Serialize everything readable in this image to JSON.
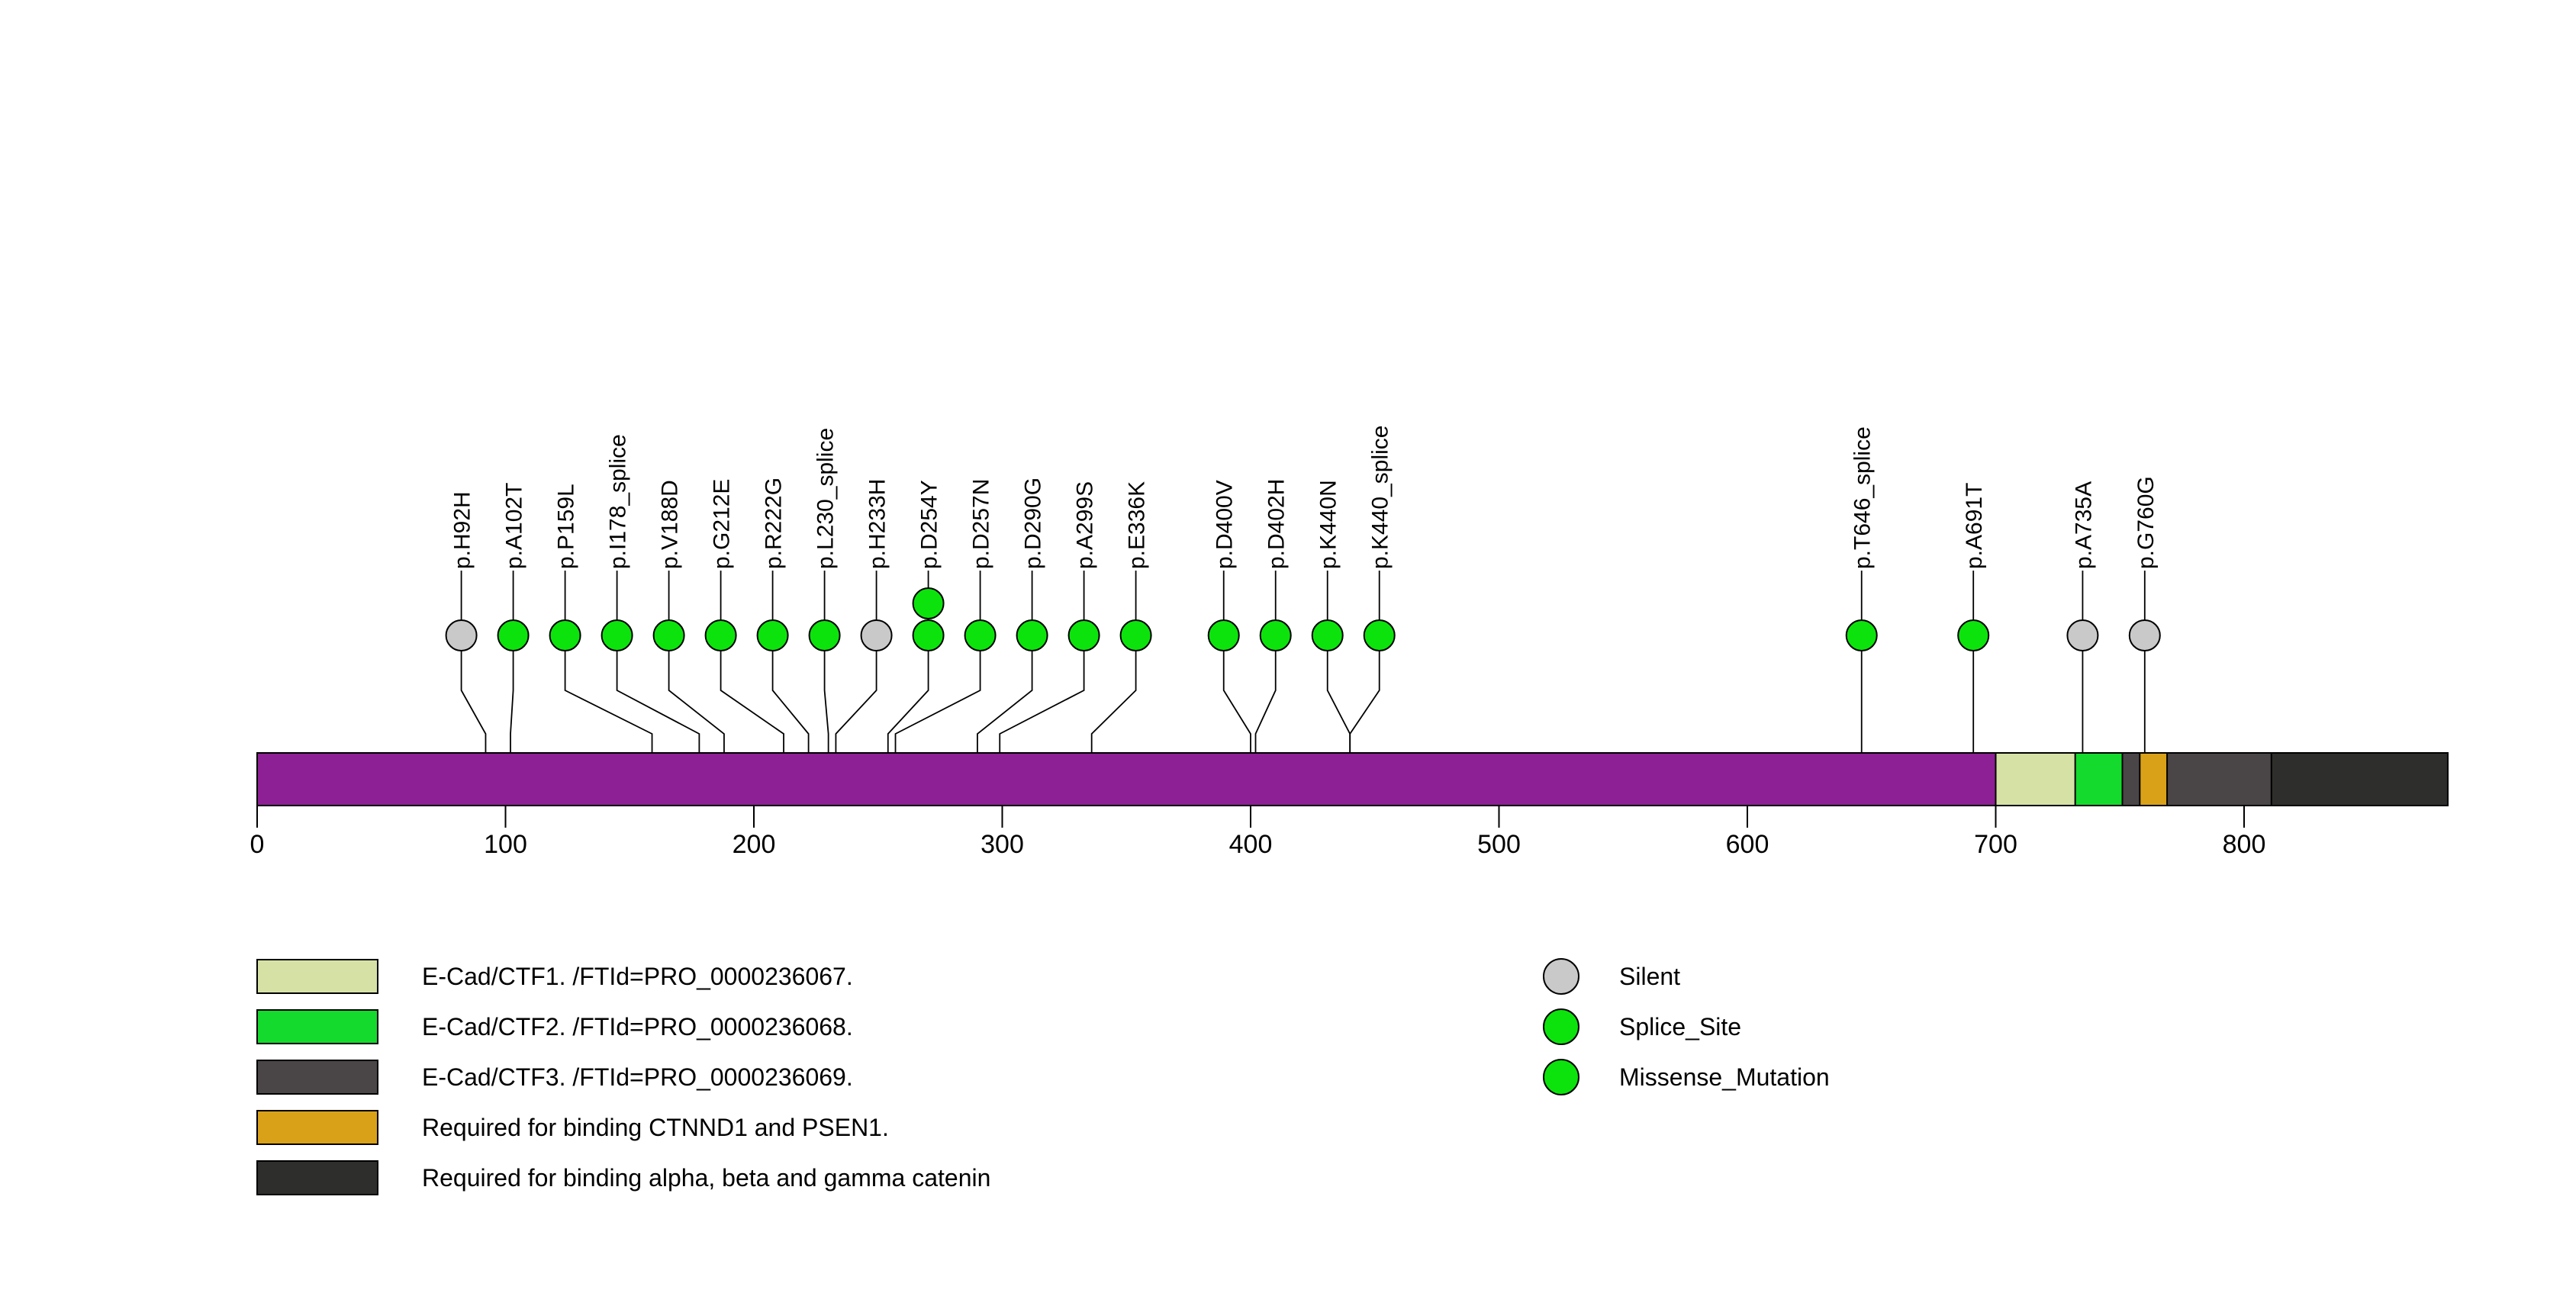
{
  "chart_data": {
    "type": "lollipop",
    "title": "",
    "protein_length": 882,
    "xaxis": {
      "ticks": [
        0,
        100,
        200,
        300,
        400,
        500,
        600,
        700,
        800
      ],
      "range": [
        0,
        882
      ],
      "grid": false
    },
    "track_color": "#8e2095",
    "track_border_color": "#000000",
    "mutation_colors": {
      "Silent": "#c9c9c9",
      "Splice_Site": "#0ce30c",
      "Missense_Mutation": "#0ce30c"
    },
    "mutations": [
      {
        "label": "p.H92H",
        "position": 92,
        "count": 1,
        "mutation_type": "Silent"
      },
      {
        "label": "p.A102T",
        "position": 102,
        "count": 1,
        "mutation_type": "Missense_Mutation"
      },
      {
        "label": "p.P159L",
        "position": 159,
        "count": 1,
        "mutation_type": "Missense_Mutation"
      },
      {
        "label": "p.I178_splice",
        "position": 178,
        "count": 1,
        "mutation_type": "Splice_Site"
      },
      {
        "label": "p.V188D",
        "position": 188,
        "count": 1,
        "mutation_type": "Missense_Mutation"
      },
      {
        "label": "p.G212E",
        "position": 212,
        "count": 1,
        "mutation_type": "Missense_Mutation"
      },
      {
        "label": "p.R222G",
        "position": 222,
        "count": 1,
        "mutation_type": "Missense_Mutation"
      },
      {
        "label": "p.L230_splice",
        "position": 230,
        "count": 1,
        "mutation_type": "Splice_Site"
      },
      {
        "label": "p.H233H",
        "position": 233,
        "count": 1,
        "mutation_type": "Silent"
      },
      {
        "label": "p.D254Y",
        "position": 254,
        "count": 2,
        "mutation_type": "Missense_Mutation"
      },
      {
        "label": "p.D257N",
        "position": 257,
        "count": 1,
        "mutation_type": "Missense_Mutation"
      },
      {
        "label": "p.D290G",
        "position": 290,
        "count": 1,
        "mutation_type": "Missense_Mutation"
      },
      {
        "label": "p.A299S",
        "position": 299,
        "count": 1,
        "mutation_type": "Missense_Mutation"
      },
      {
        "label": "p.E336K",
        "position": 336,
        "count": 1,
        "mutation_type": "Missense_Mutation"
      },
      {
        "label": "p.D400V",
        "position": 400,
        "count": 1,
        "mutation_type": "Missense_Mutation"
      },
      {
        "label": "p.D402H",
        "position": 402,
        "count": 1,
        "mutation_type": "Missense_Mutation"
      },
      {
        "label": "p.K440N",
        "position": 440,
        "count": 1,
        "mutation_type": "Missense_Mutation"
      },
      {
        "label": "p.K440_splice",
        "position": 440,
        "count": 1,
        "mutation_type": "Splice_Site"
      },
      {
        "label": "p.T646_splice",
        "position": 646,
        "count": 1,
        "mutation_type": "Splice_Site"
      },
      {
        "label": "p.A691T",
        "position": 691,
        "count": 1,
        "mutation_type": "Missense_Mutation"
      },
      {
        "label": "p.A735A",
        "position": 735,
        "count": 1,
        "mutation_type": "Silent"
      },
      {
        "label": "p.G760G",
        "position": 760,
        "count": 1,
        "mutation_type": "Silent"
      }
    ],
    "domains": [
      {
        "label": "E-Cad/CTF1. /FTId=PRO_0000236067.",
        "start": 700,
        "end": 882,
        "color": "#d6e2a5"
      },
      {
        "label": "E-Cad/CTF2. /FTId=PRO_0000236068.",
        "start": 732,
        "end": 882,
        "color": "#13da2c"
      },
      {
        "label": "E-Cad/CTF3. /FTId=PRO_0000236069.",
        "start": 751,
        "end": 882,
        "color": "#4a4647"
      },
      {
        "label": "Required for binding CTNND1 and PSEN1.",
        "start": 758,
        "end": 769,
        "color": "#d9a118"
      },
      {
        "label": "Required for binding alpha, beta and gamma catenin",
        "start": 811,
        "end": 882,
        "color": "#2e2e2c"
      }
    ],
    "legend_right": [
      {
        "label": "Silent",
        "color": "#c9c9c9"
      },
      {
        "label": "Splice_Site",
        "color": "#0ce30c"
      },
      {
        "label": "Missense_Mutation",
        "color": "#0ce30c"
      }
    ],
    "layout_hints": {
      "legend_position": "bottom",
      "label_rotation": -90
    }
  }
}
